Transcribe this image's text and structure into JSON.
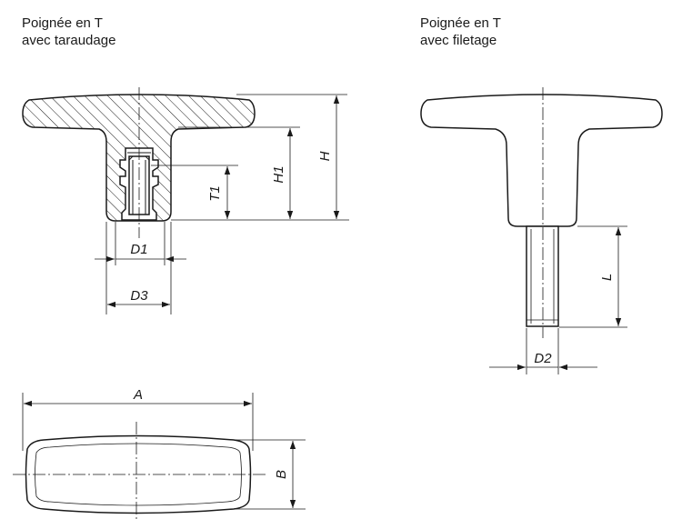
{
  "captions": {
    "left": {
      "line1": "Poignée en T",
      "line2": "avec taraudage"
    },
    "right": {
      "line1": "Poignée en T",
      "line2": "avec filetage"
    }
  },
  "dimensions": {
    "h": "H",
    "h1": "H1",
    "t1": "T1",
    "d1": "D1",
    "d3": "D3",
    "d2": "D2",
    "l": "L",
    "a": "A",
    "b": "B"
  },
  "colors": {
    "line": "#1a1a1a",
    "hatch": "#1a1a1a",
    "background": "#ffffff"
  }
}
